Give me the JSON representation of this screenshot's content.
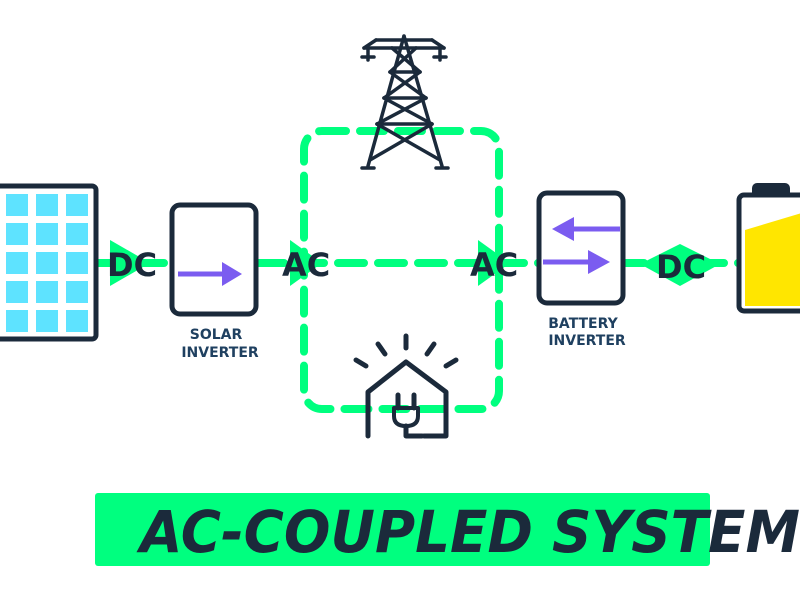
{
  "colors": {
    "dark": "#1b2a3b",
    "green": "#00ff7f",
    "cell": "#5ee3ff",
    "purple": "#7b5cf0",
    "battery_fill": "#ffe600",
    "label_blue": "#1f4060",
    "background": "#ffffff"
  },
  "icons": {
    "solar_panel": "solar-panel-icon",
    "solar_inverter": "solar-inverter-icon",
    "battery_inverter": "battery-inverter-icon",
    "battery": "battery-icon",
    "grid": "transmission-tower-icon",
    "house": "house-plug-icon"
  },
  "flows": {
    "dc_left": "DC",
    "ac_left": "AC",
    "ac_right": "AC",
    "dc_right": "DC"
  },
  "devices": {
    "solar_inverter": {
      "line1": "SOLAR",
      "line2": "INVERTER"
    },
    "battery_inverter": {
      "line1": "BATTERY",
      "line2": "INVERTER"
    }
  },
  "title": "AC-COUPLED SYSTEM"
}
